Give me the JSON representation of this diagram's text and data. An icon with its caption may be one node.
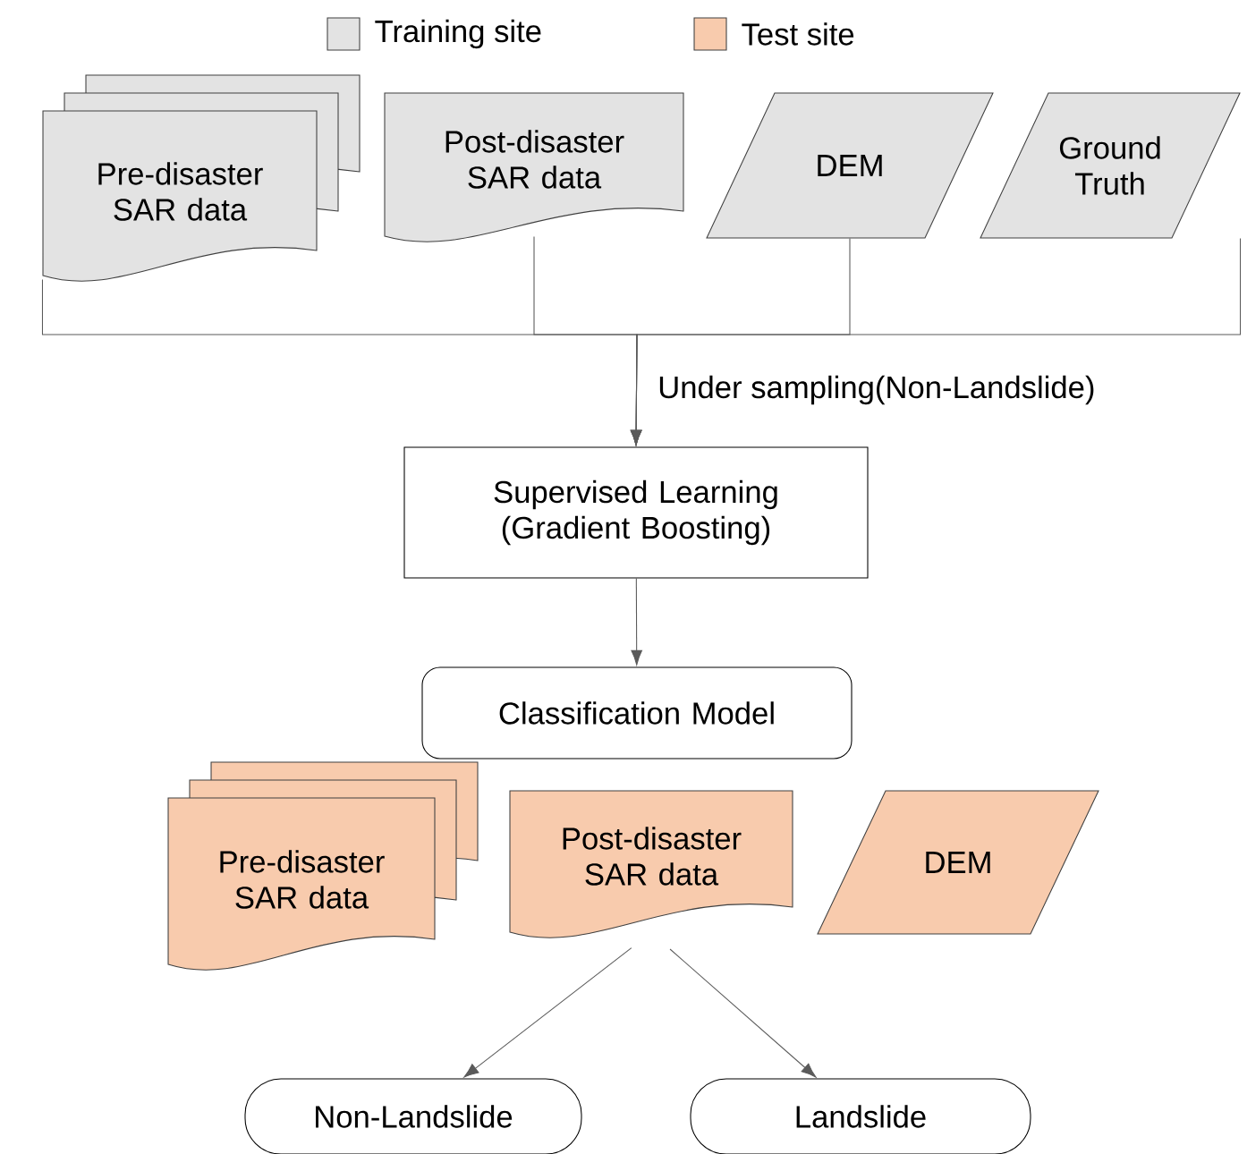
{
  "diagram": {
    "nodes": [
      {
        "text": [
          "Pre-disaster SAR data"
        ]
      },
      {
        "text": [
          "Post-disaster SAR data"
        ]
      },
      {
        "text": [
          "DEM"
        ]
      },
      {
        "text": [
          "Ground Truth"
        ]
      },
      {
        "text": [
          "Supervised Learning (Gradient Boosting)"
        ]
      },
      {
        "text": [
          "Classification Model"
        ]
      },
      {
        "text": [
          "Pre-disaster SAR data"
        ]
      },
      {
        "text": [
          "Post-disaster SAR data"
        ]
      },
      {
        "text": [
          "DEM"
        ]
      },
      {
        "text": [
          "Non-Landslide"
        ]
      },
      {
        "text": [
          "Landslide"
        ]
      }
    ],
    "edges": [
      {
        "from": 0,
        "to": 4,
        "arrow": "to",
        "label": "Under sampling(Non-Landslide)"
      },
      {
        "from": 1,
        "to": 4,
        "arrow": "to"
      },
      {
        "from": 2,
        "to": 4,
        "arrow": "to"
      },
      {
        "from": 3,
        "to": 4,
        "arrow": "to"
      },
      {
        "from": 4,
        "to": 5,
        "arrow": "to"
      },
      {
        "from": 7,
        "to": 9,
        "arrow": "to"
      },
      {
        "from": 7,
        "to": 10,
        "arrow": "to"
      }
    ],
    "legend": [
      {
        "text": "Training site",
        "color": "#e3e3e3"
      },
      {
        "text": "Test site",
        "color": "#f8cbad"
      }
    ]
  }
}
